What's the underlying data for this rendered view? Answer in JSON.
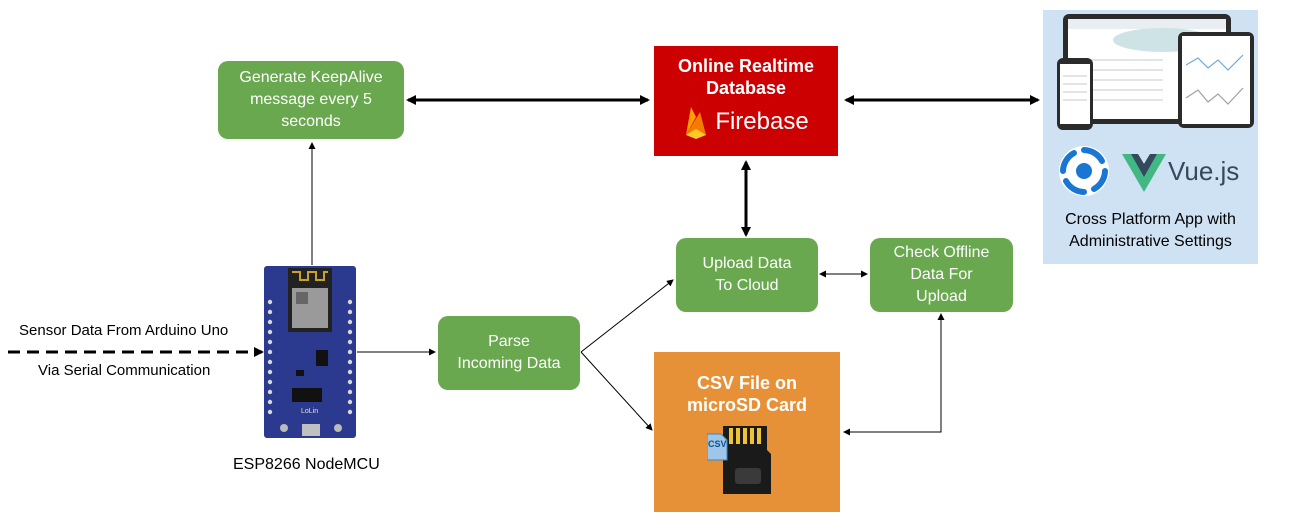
{
  "nodes": {
    "keepalive": "Generate KeepAlive\nmessage every 5\nseconds",
    "database_title": "Online Realtime\nDatabase",
    "firebase_wordmark": "Firebase",
    "upload": "Upload Data\nTo Cloud",
    "check_offline": "Check Offline\nData For\nUpload",
    "parse": "Parse\nIncoming Data",
    "csv_title": "CSV File on\nmicroSD Card",
    "csv_badge": "CSV"
  },
  "labels": {
    "sensor_top": "Sensor Data From Arduino Uno",
    "sensor_bottom": "Via Serial Communication",
    "mcu_caption": "ESP8266 NodeMCU"
  },
  "board": {
    "brand": "LoLin"
  },
  "app_panel": {
    "vue_wordmark": "Vue.js",
    "caption": "Cross Platform App with\nAdministrative Settings"
  },
  "colors": {
    "process_green": "#6aa84f",
    "firebase_red": "#cc0000",
    "csv_orange": "#e69138",
    "app_panel_blue": "#cfe2f3",
    "board_blue": "#2b3a8f"
  }
}
